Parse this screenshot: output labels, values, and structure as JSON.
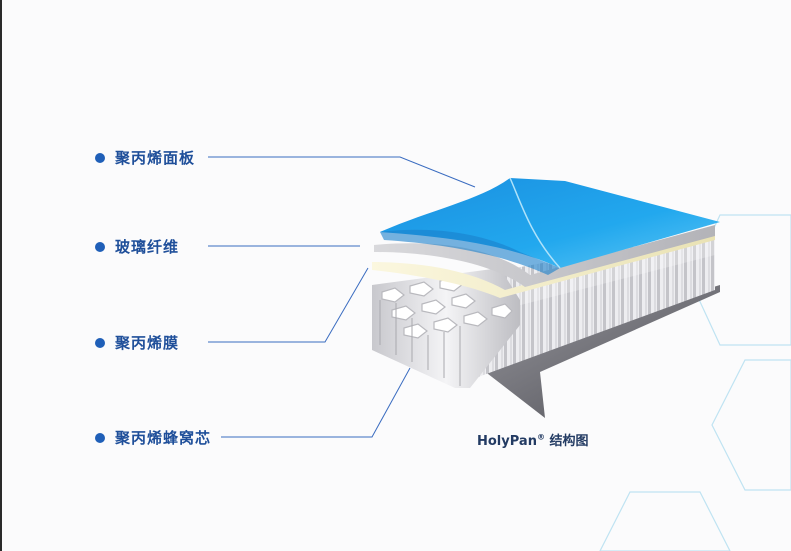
{
  "labels": [
    {
      "text": "聚丙烯面板"
    },
    {
      "text": "玻璃纤维"
    },
    {
      "text": "聚丙烯膜"
    },
    {
      "text": "聚丙烯蜂窝芯"
    }
  ],
  "caption": {
    "brand": "HolyPan",
    "reg": "®",
    "suffix": "结构图"
  },
  "colors": {
    "label_text": "#1f4f9a",
    "bullet": "#1f5fb8",
    "leader_line": "#3a6cc0",
    "panel_blue": "#1e9ee8",
    "fiber_gray": "#c9c9cc",
    "film_yellow": "#f2edc8",
    "honeycomb_gray": "#d8d8dc",
    "hex_outline": "#bfe3f2"
  }
}
